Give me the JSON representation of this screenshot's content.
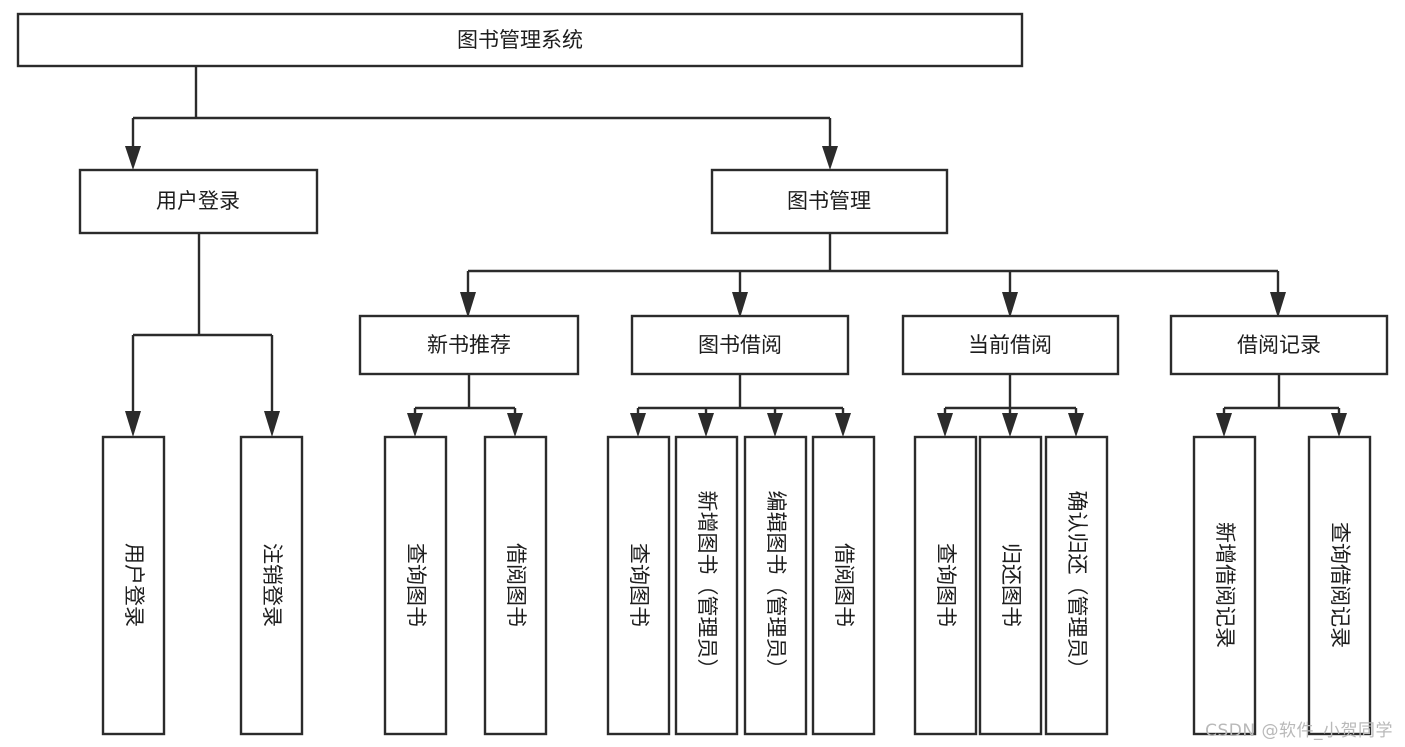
{
  "diagram": {
    "type": "tree-hierarchy",
    "title": "图书管理系统",
    "watermark": "CSDN @软件_小贺同学",
    "colors": {
      "stroke": "#2b2b2b",
      "fill": "#ffffff",
      "text": "#1d1d1d",
      "watermark": "#b9b9b9"
    },
    "levels": {
      "root": "图书管理系统",
      "level2": [
        "用户登录",
        "图书管理"
      ],
      "level3": [
        "新书推荐",
        "图书借阅",
        "当前借阅",
        "借阅记录"
      ]
    },
    "nodes": {
      "root": {
        "label": "图书管理系统"
      },
      "user_login": {
        "label": "用户登录"
      },
      "book_manage": {
        "label": "图书管理"
      },
      "new_book_rec": {
        "label": "新书推荐"
      },
      "book_borrow": {
        "label": "图书借阅"
      },
      "current_borrow": {
        "label": "当前借阅"
      },
      "borrow_record": {
        "label": "借阅记录"
      },
      "leaf_user_login": {
        "label": "用户登录"
      },
      "leaf_logout": {
        "label": "注销登录"
      },
      "leaf_query_book_1": {
        "label": "查询图书"
      },
      "leaf_borrow_book_1": {
        "label": "借阅图书"
      },
      "leaf_query_book_2": {
        "label": "查询图书"
      },
      "leaf_add_book": {
        "label": "新增图书（管理员）"
      },
      "leaf_edit_book": {
        "label": "编辑图书（管理员）"
      },
      "leaf_borrow_book_2": {
        "label": "借阅图书"
      },
      "leaf_query_book_3": {
        "label": "查询图书"
      },
      "leaf_return_book": {
        "label": "归还图书"
      },
      "leaf_confirm_return": {
        "label": "确认归还（管理员）"
      },
      "leaf_add_record": {
        "label": "新增借阅记录"
      },
      "leaf_query_record": {
        "label": "查询借阅记录"
      }
    },
    "edges": [
      {
        "from": "root",
        "to": "user_login"
      },
      {
        "from": "root",
        "to": "book_manage"
      },
      {
        "from": "user_login",
        "to": "leaf_user_login"
      },
      {
        "from": "user_login",
        "to": "leaf_logout"
      },
      {
        "from": "book_manage",
        "to": "new_book_rec"
      },
      {
        "from": "book_manage",
        "to": "book_borrow"
      },
      {
        "from": "book_manage",
        "to": "current_borrow"
      },
      {
        "from": "book_manage",
        "to": "borrow_record"
      },
      {
        "from": "new_book_rec",
        "to": "leaf_query_book_1"
      },
      {
        "from": "new_book_rec",
        "to": "leaf_borrow_book_1"
      },
      {
        "from": "book_borrow",
        "to": "leaf_query_book_2"
      },
      {
        "from": "book_borrow",
        "to": "leaf_add_book"
      },
      {
        "from": "book_borrow",
        "to": "leaf_edit_book"
      },
      {
        "from": "book_borrow",
        "to": "leaf_borrow_book_2"
      },
      {
        "from": "current_borrow",
        "to": "leaf_query_book_3"
      },
      {
        "from": "current_borrow",
        "to": "leaf_return_book"
      },
      {
        "from": "current_borrow",
        "to": "leaf_confirm_return"
      },
      {
        "from": "borrow_record",
        "to": "leaf_add_record"
      },
      {
        "from": "borrow_record",
        "to": "leaf_query_record"
      }
    ]
  }
}
